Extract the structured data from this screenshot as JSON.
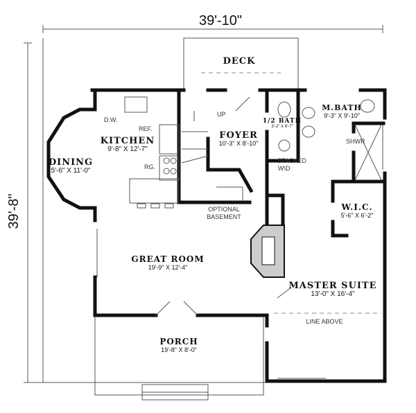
{
  "dimensions": {
    "width": "39'-10\"",
    "depth": "39'-8\""
  },
  "rooms": {
    "deck": {
      "name": "DECK"
    },
    "kitchen": {
      "name": "KITCHEN",
      "size": "9'-8\" X 12'-7\"",
      "dw": "D.W.",
      "ref": "REF.",
      "rg": "RG."
    },
    "dining": {
      "name": "DINING",
      "size": "5'-6\" X 11'-0\""
    },
    "foyer": {
      "name": "FOYER",
      "size": "10'-3\" X 8'-10\"",
      "up": "UP"
    },
    "half_bath": {
      "name": "1/2 BATH",
      "size": "3'-2\" X 6'-7\""
    },
    "m_bath": {
      "name": "M.BATH",
      "size": "9'-3\" X 9'-10\"",
      "shwr": "SHWR"
    },
    "laundry": {
      "line1": "STACKED",
      "line2": "W\\D"
    },
    "wic": {
      "name": "W.I.C.",
      "size": "5'-6\" X 6'-2\""
    },
    "basement": {
      "line1": "OPTIONAL",
      "line2": "BASEMENT"
    },
    "great_room": {
      "name": "GREAT ROOM",
      "size": "19'-9\" X 12'-4\""
    },
    "master_suite": {
      "name": "MASTER SUITE",
      "size": "13'-0\" X 16'-4\"",
      "line_above": "LINE ABOVE"
    },
    "porch": {
      "name": "PORCH",
      "size": "19'-8\" X 8'-0\""
    }
  }
}
